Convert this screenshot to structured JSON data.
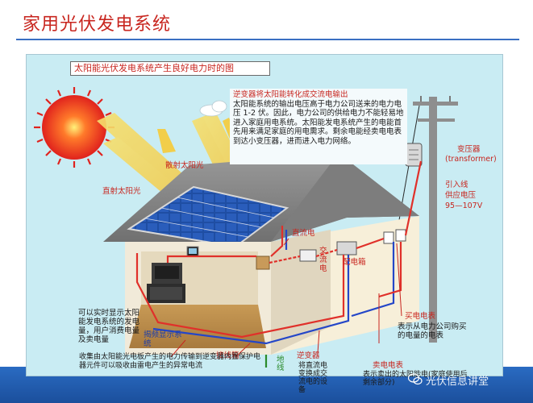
{
  "slide": {
    "title": "家用光伏发电系统"
  },
  "diagram": {
    "header": "太阳能光伏发电系统产生良好电力时的图",
    "note": {
      "headline": "逆变器将太阳能转化成交流电输出",
      "body": "太阳能系统的输出电压高于电力公司送来的电力电压 1-2 伏。因此，电力公司的供给电力不能轻易地进入家庭用电系统。太阳能发电系统产生的电能首先用来满足家庭的用电需求。剩余电能经卖电电表到达小变压器，进而进入电力网络。"
    },
    "labels": {
      "reflected_light": "散射太阳光",
      "direct_light": "直射太阳光",
      "dc": "直流电",
      "ac": "交流电",
      "distribution_box": "配电箱",
      "transformer": "变压器",
      "transformer_en": "(transformer)",
      "service_line": "引入线",
      "supply_voltage": "供应电压",
      "supply_voltage_value": "95—107V",
      "buy_meter": "买电电表",
      "buy_meter_desc": "表示从电力公司购买的电量的电表",
      "sell_meter": "卖电电表",
      "sell_meter_desc": "表示卖出的太阳能电(家庭使用后剩余部分)",
      "display": "可以实时显示太阳能发电系统的发电量，用户消费电量及卖电量",
      "monitor": "揭频显示系统",
      "junction_box": "接线箱",
      "inverter": "逆变器",
      "inverter_desc": "将直流电变换成交流电的设备",
      "ground": "地线",
      "bottom_note": "收集由太阳能光电板产生的电力传输到逆变器内置保护电器元件可以吸收由雷电产生的异常电流"
    }
  },
  "watermark": "光伏信息讲堂",
  "colors": {
    "title": "#c8261f",
    "rule": "#3a6fc2",
    "panel": "#c9ecf3",
    "footer": "#1b4f9c",
    "label_red": "#c8261f",
    "wire_red": "#e0302a",
    "wire_blue": "#2446c8"
  }
}
